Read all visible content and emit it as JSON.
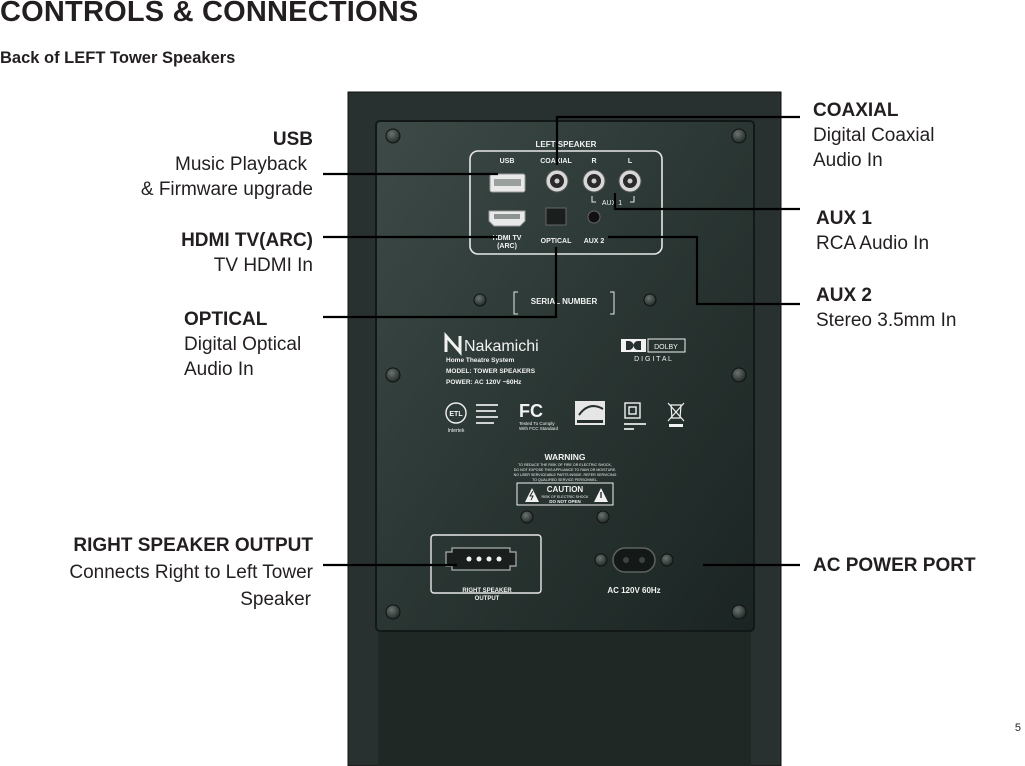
{
  "header": {
    "title": "CONTROLS & CONNECTIONS",
    "subtitle": "Back of LEFT Tower Speakers"
  },
  "callouts": {
    "usb": {
      "title": "USB",
      "line1": "Music Playback",
      "line2": "& Firmware upgrade"
    },
    "hdmi": {
      "title": "HDMI TV(ARC)",
      "line1": "TV HDMI In"
    },
    "optical": {
      "title": "OPTICAL",
      "line1": "Digital Optical",
      "line2": "Audio In"
    },
    "right_output": {
      "title": "RIGHT SPEAKER OUTPUT",
      "line1": "Connects Right to Left Tower",
      "line2": "Speaker"
    },
    "coaxial": {
      "title": "COAXIAL",
      "line1": "Digital Coaxial",
      "line2": "Audio In"
    },
    "aux1": {
      "title": "AUX 1",
      "line1": "RCA Audio In"
    },
    "aux2": {
      "title": "AUX 2",
      "line1": "Stereo 3.5mm In"
    },
    "ac_power": {
      "title": "AC POWER PORT"
    }
  },
  "panel": {
    "group_label": "LEFT SPEAKER",
    "usb": "USB",
    "coaxial": "COAXIAL",
    "r": "R",
    "l": "L",
    "aux1": "AUX 1",
    "hdmi_line1": "HDMI TV",
    "hdmi_line2": "(ARC)",
    "optical": "OPTICAL",
    "aux2": "AUX  2",
    "serial": "SERIAL NUMBER",
    "brand": "Nakamichi",
    "product_line": "Home Theatre System",
    "model": "MODEL: TOWER SPEAKERS",
    "power": "POWER: AC 120V ~60Hz",
    "dolby_word": "DOLBY",
    "dolby_digital": "D I G I T A L",
    "fcc_line1": "Tested To Comply",
    "fcc_line2": "With FCC Standard",
    "intertek": "Intertek",
    "warning_title": "WARNING",
    "warning_text_1": "TO REDUCE THE RISK OF FIRE OR ELECTRIC SHOCK,",
    "warning_text_2": "DO NOT EXPOSE THIS APPLIANCE TO RAIN OR MOISTURE.",
    "warning_text_3": "NO USER SERVICEABLE PARTS INSIDE. REFER SERVICING",
    "warning_text_4": "TO QUALIFIED SERVICE PERSONNEL.",
    "caution_title": "CAUTION",
    "caution_line1": "RISK OF ELECTRIC SHOCK",
    "caution_line2": "DO NOT OPEN",
    "right_out_line1": "RIGHT SPEAKER",
    "right_out_line2": "OUTPUT",
    "ac_label": "AC 120V  60Hz"
  },
  "page_number": "5"
}
